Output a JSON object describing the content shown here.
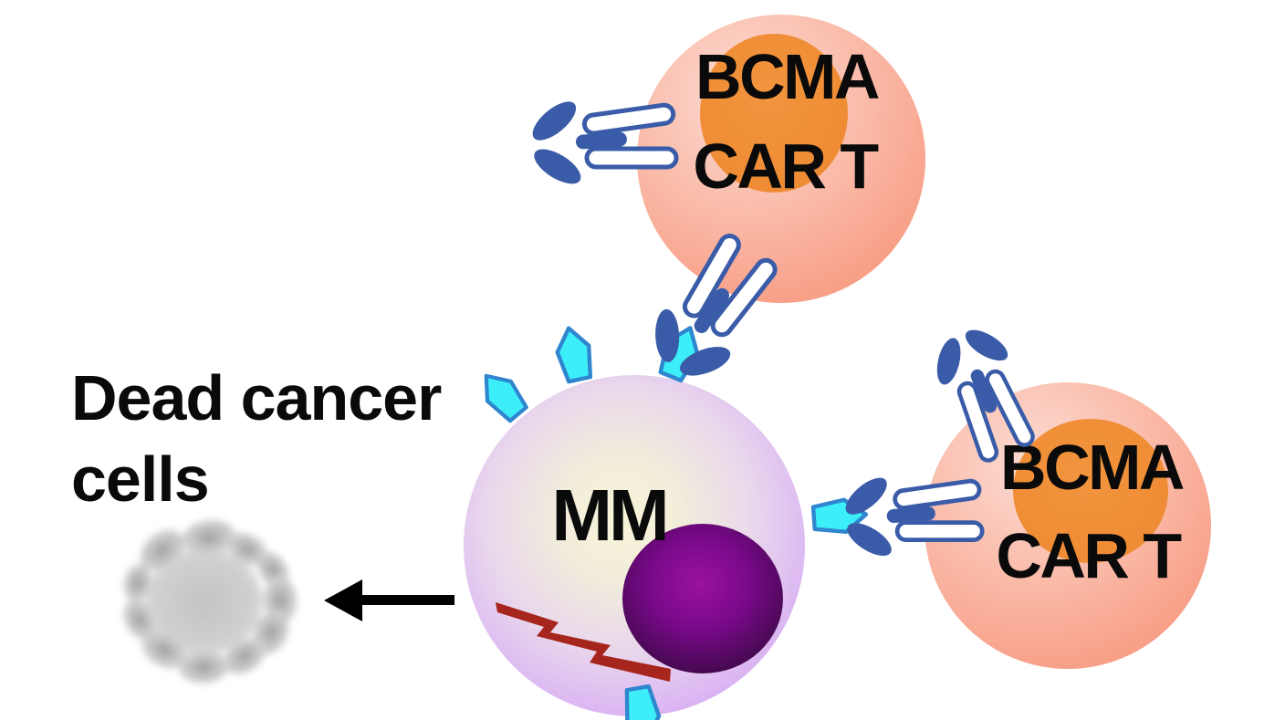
{
  "diagram": {
    "labels": {
      "top_car_t_line1": "BCMA",
      "top_car_t_line2": "CAR T",
      "right_car_t_line1": "BCMA",
      "right_car_t_line2": "CAR T",
      "mm_cell": "MM",
      "dead_cells_line1": "Dead cancer",
      "dead_cells_line2": "cells"
    },
    "icons": {
      "antibody": "car-receptor-antibody-icon",
      "antigen": "bcma-antigen-icon",
      "arrow": "kill-arrow-icon",
      "bolt": "damage-bolt-icon"
    },
    "colors": {
      "background": "#ffffff",
      "car_t_body_light": "#fcdcd4",
      "car_t_body_mid": "#fabfae",
      "car_t_body_edge": "#f89a81",
      "car_t_nucleus": "#f2953e",
      "car_t_nucleus_edge": "#ee8a33",
      "mm_center": "#f8f5d8",
      "mm_mid": "#e9d8ec",
      "mm_edge": "#d8adf3",
      "mm_nucleus_center": "#9a12a0",
      "mm_nucleus_mid": "#79098a",
      "mm_nucleus_edge": "#41094b",
      "antigen_fill": "#3beef8",
      "antigen_stroke": "#2f86cf",
      "antibody_blue": "#3a5ca8",
      "bolt_red": "#a6251c",
      "dead_gray_core_center": "#c4c4c4",
      "dead_gray_core_edge": "#cfcfcf",
      "dead_gray_sat_center": "#9a9a9a",
      "dead_gray_sat_edge": "#d4d4d4",
      "arrow": "#000000",
      "text": "#0a0a0a"
    }
  }
}
